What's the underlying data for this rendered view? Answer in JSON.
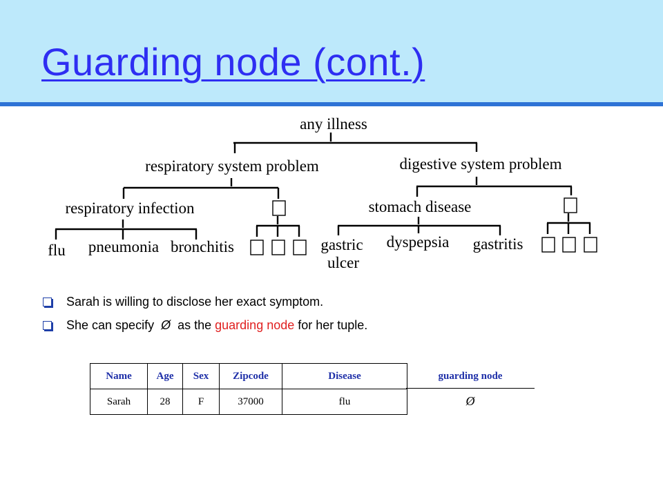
{
  "slide": {
    "title": "Guarding node (cont.)"
  },
  "tree": {
    "root": "any illness",
    "level1": {
      "left": "respiratory system problem",
      "right": "digestive system problem"
    },
    "level2": {
      "respiratory_infection": "respiratory infection",
      "stomach_disease": "stomach disease"
    },
    "leaves": {
      "flu": "flu",
      "pneumonia": "pneumonia",
      "bronchitis": "bronchitis",
      "gastric_line1": "gastric",
      "gastric_line2": "ulcer",
      "dyspepsia": "dyspepsia",
      "gastritis": "gastritis"
    }
  },
  "bullets": {
    "first": "Sarah is willing to disclose her exact symptom.",
    "second_pre": "She can specify  ",
    "second_symbol": "Ø",
    "second_mid": "  as the ",
    "second_highlight": "guarding node",
    "second_post": " for her tuple."
  },
  "table": {
    "headers": [
      "Name",
      "Age",
      "Sex",
      "Zipcode",
      "Disease"
    ],
    "row": [
      "Sarah",
      "28",
      "F",
      "37000",
      "flu"
    ],
    "guard_header": "guarding node",
    "guard_value": "Ø"
  },
  "colors": {
    "header_bg": "#bde9fb",
    "header_rule": "#2e73d6",
    "title": "#2e2ef2",
    "highlight": "#e02020",
    "table_header": "#1e2fa8"
  }
}
